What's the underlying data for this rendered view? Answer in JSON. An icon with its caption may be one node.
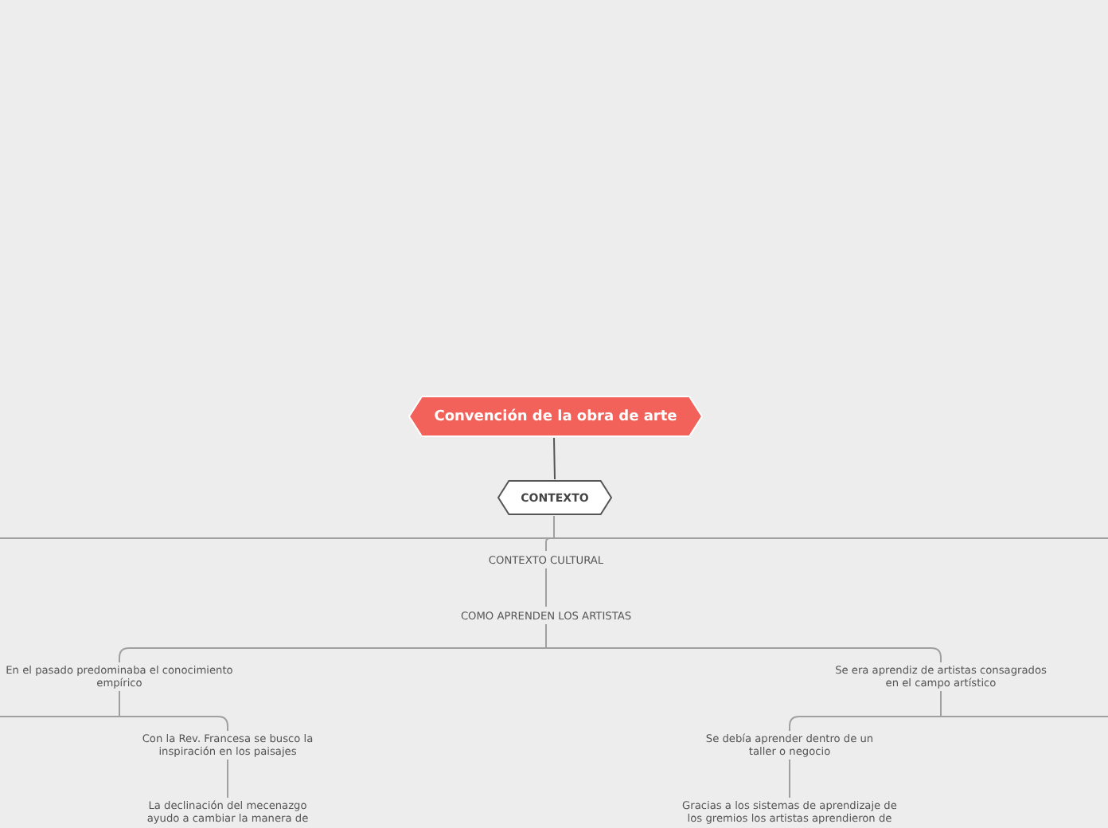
{
  "diagram": {
    "nodes": [
      {
        "text": [
          "Convención de la obra de arte"
        ]
      },
      {
        "text": [
          "CONTEXTO"
        ]
      },
      {
        "text": [
          "CONTEXTO CULTURAL"
        ]
      },
      {
        "text": [
          "COMO APRENDEN LOS ARTISTAS"
        ]
      },
      {
        "text": [
          "En el pasado predominaba el conocimiento empírico"
        ]
      },
      {
        "text": [
          "Se era aprendiz de artistas consagrados en el campo artístico"
        ]
      },
      {
        "text": [
          "Con la Rev. Francesa se busco la inspiración en los paisajes"
        ]
      },
      {
        "text": [
          "La declinación del mecenazgo ayudo a cambiar la manera de"
        ]
      },
      {
        "text": [
          "Se debía aprender dentro de un taller o negocio"
        ]
      },
      {
        "text": [
          "Gracias a los sistemas de aprendizaje de los gremios los artistas aprendieron de"
        ]
      }
    ],
    "edges": [
      {
        "from": 0,
        "to": 1,
        "arrow": "none",
        "color": "#555555"
      },
      {
        "from": 1,
        "to": 2,
        "arrow": "none"
      },
      {
        "from": 1,
        "to": null,
        "arrow": "none"
      },
      {
        "from": 1,
        "to": null,
        "arrow": "none"
      },
      {
        "from": 2,
        "to": 3,
        "arrow": "none"
      },
      {
        "from": 3,
        "to": 4,
        "arrow": "none"
      },
      {
        "from": 3,
        "to": 5,
        "arrow": "none"
      },
      {
        "from": 4,
        "to": null,
        "arrow": "none"
      },
      {
        "from": 4,
        "to": 6,
        "arrow": "none"
      },
      {
        "from": 6,
        "to": 7,
        "arrow": "none"
      },
      {
        "from": 5,
        "to": 8,
        "arrow": "none"
      },
      {
        "from": 5,
        "to": null,
        "arrow": "none"
      },
      {
        "from": 8,
        "to": 9,
        "arrow": "none"
      }
    ]
  }
}
